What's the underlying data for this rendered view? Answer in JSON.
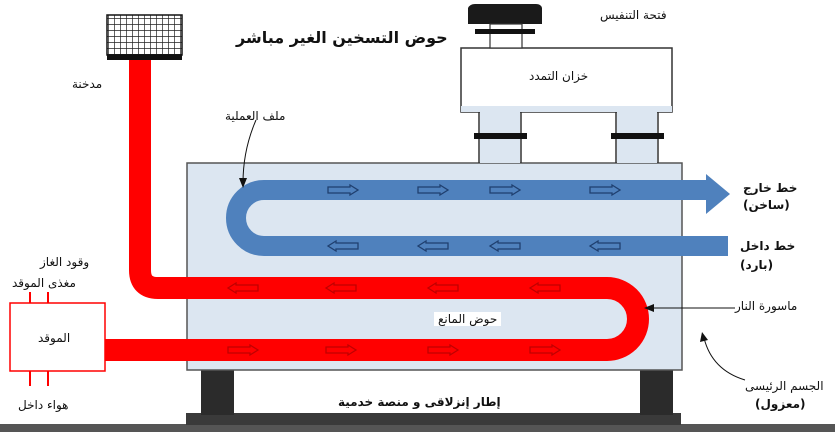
{
  "diagram": {
    "title": "حوض التسخين الغير مباشر",
    "labels": {
      "chimney": "مدخنة",
      "vent_cap": "فتحة التنفيس",
      "expansion_tank": "خزان التمدد",
      "process_coil": "ملف العملية",
      "outlet_line": "خط خارج",
      "outlet_note": "(ساخن)",
      "inlet_line": "خط داخل",
      "inlet_note": "(بارد)",
      "fuel_gas": "وقود الغاز",
      "burner_feed": "مغذى الموقد",
      "burner": "الموقد",
      "air_in": "هواء داخل",
      "fluid_bath": "حوض المانع",
      "fire_tube": "ماسورة النار",
      "main_body": "الجسم الرئيسى",
      "main_body_note": "(معزول)",
      "skid": "إطار إنزلاقى و منصة خدمية"
    },
    "colors": {
      "bath_fill": "#dce6f1",
      "fire_tube": "#ff0000",
      "process_coil": "#4f81bd",
      "arrow_outline_red": "#c00000",
      "arrow_outline_blue": "#1f3f6f",
      "skid": "#3a3a3a",
      "cap": "#1a1a1a"
    }
  }
}
